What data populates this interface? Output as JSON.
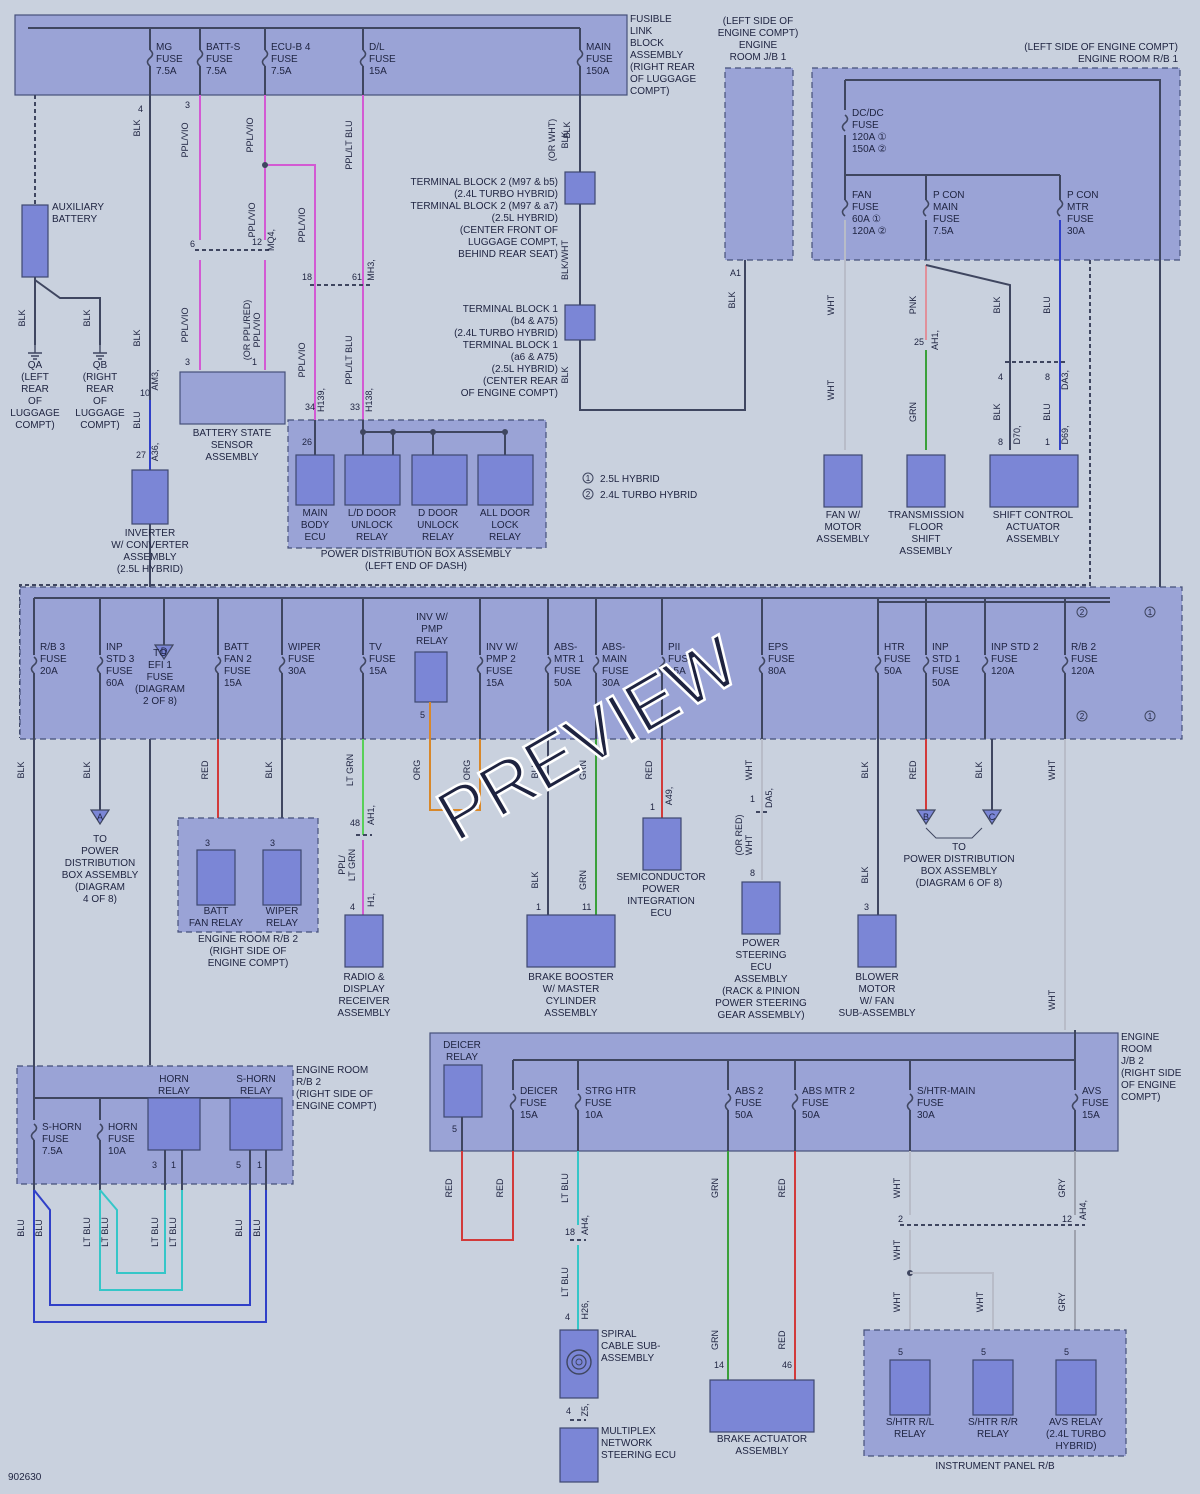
{
  "diagram_id": "902630",
  "watermark": "PREVIEW",
  "legend": [
    {
      "num": "1",
      "text": "2.5L HYBRID"
    },
    {
      "num": "2",
      "text": "2.4L TURBO HYBRID"
    }
  ],
  "blocks": {
    "fusible_link": [
      "FUSIBLE",
      "LINK",
      "BLOCK",
      "ASSEMBLY",
      "(RIGHT REAR",
      "OF LUGGAGE",
      "COMPT)"
    ],
    "jb1": [
      "(LEFT SIDE OF",
      "ENGINE COMPT)",
      "ENGINE",
      "ROOM J/B 1"
    ],
    "rb1": [
      "(LEFT SIDE OF ENGINE COMPT)",
      "ENGINE ROOM R/B 1"
    ],
    "jb2": [
      "ENGINE",
      "ROOM",
      "J/B 2",
      "(RIGHT SIDE",
      "OF ENGINE",
      "COMPT)"
    ],
    "rb2_horn": [
      "ENGINE ROOM",
      "R/B 2",
      "(RIGHT SIDE OF",
      "ENGINE COMPT)"
    ]
  },
  "fuses_top": [
    {
      "name": "MG",
      "lbl2": "FUSE",
      "amp": "7.5A"
    },
    {
      "name": "BATT-S",
      "lbl2": "FUSE",
      "amp": "7.5A"
    },
    {
      "name": "ECU-B 4",
      "lbl2": "FUSE",
      "amp": "7.5A"
    },
    {
      "name": "D/L",
      "lbl2": "FUSE",
      "amp": "15A"
    },
    {
      "name": "MAIN",
      "lbl2": "FUSE",
      "amp": "150A"
    }
  ],
  "fuses_rb1": [
    {
      "l1": "DC/DC",
      "l2": "FUSE",
      "l3": "120A ①",
      "l4": "150A ②"
    },
    {
      "l1": "FAN",
      "l2": "FUSE",
      "l3": "60A ①",
      "l4": "120A ②"
    },
    {
      "l1": "P CON",
      "l2": "MAIN",
      "l3": "FUSE",
      "l4": "7.5A"
    },
    {
      "l1": "P CON",
      "l2": "MTR",
      "l3": "FUSE",
      "l4": "30A"
    }
  ],
  "fuses_mid": [
    {
      "l1": "R/B 3",
      "l2": "FUSE",
      "l3": "20A"
    },
    {
      "l1": "INP",
      "l2": "STD 3",
      "l3": "FUSE",
      "l4": "60A"
    },
    {
      "l1": "BATT",
      "l2": "FAN 2",
      "l3": "FUSE",
      "l4": "15A"
    },
    {
      "l1": "WIPER",
      "l2": "FUSE",
      "l3": "30A"
    },
    {
      "l1": "TV",
      "l2": "FUSE",
      "l3": "15A"
    },
    {
      "l1": "INV W/",
      "l2": "PMP",
      "l3": "RELAY"
    },
    {
      "l1": "INV W/",
      "l2": "PMP 2",
      "l3": "FUSE",
      "l4": "15A"
    },
    {
      "l1": "ABS-",
      "l2": "MTR 1",
      "l3": "FUSE",
      "l4": "50A"
    },
    {
      "l1": "ABS-",
      "l2": "MAIN",
      "l3": "FUSE",
      "l4": "30A"
    },
    {
      "l1": "PII",
      "l2": "FUSE",
      "l3": "15A"
    },
    {
      "l1": "EPS",
      "l2": "FUSE",
      "l3": "80A"
    },
    {
      "l1": "HTR",
      "l2": "FUSE",
      "l3": "50A"
    },
    {
      "l1": "INP",
      "l2": "STD 1",
      "l3": "FUSE",
      "l4": "50A"
    },
    {
      "l1": "INP STD 2",
      "l2": "FUSE",
      "l3": "120A"
    },
    {
      "l1": "R/B 2",
      "l2": "FUSE",
      "l3": "120A"
    }
  ],
  "fuses_jb2": [
    {
      "l1": "DEICER",
      "l2": "FUSE",
      "l3": "15A"
    },
    {
      "l1": "STRG HTR",
      "l2": "FUSE",
      "l3": "10A"
    },
    {
      "l1": "ABS 2",
      "l2": "FUSE",
      "l3": "50A"
    },
    {
      "l1": "ABS MTR 2",
      "l2": "FUSE",
      "l3": "50A"
    },
    {
      "l1": "S/HTR-MAIN",
      "l2": "FUSE",
      "l3": "30A"
    },
    {
      "l1": "AVS",
      "l2": "FUSE",
      "l3": "15A"
    }
  ],
  "components": {
    "aux_battery": [
      "AUXILIARY",
      "BATTERY"
    ],
    "qa": [
      "QA",
      "(LEFT",
      "REAR",
      "OF",
      "LUGGAGE",
      "COMPT)"
    ],
    "qb": [
      "QB",
      "(RIGHT",
      "REAR",
      "OF",
      "LUGGAGE",
      "COMPT)"
    ],
    "inverter": [
      "INVERTER",
      "W/ CONVERTER",
      "ASSEMBLY",
      "(2.5L HYBRID)"
    ],
    "battery_sensor": [
      "BATTERY STATE",
      "SENSOR",
      "ASSEMBLY"
    ],
    "pdb": [
      "POWER DISTRIBUTION BOX ASSEMBLY",
      "(LEFT END OF DASH)"
    ],
    "main_body": [
      "MAIN",
      "BODY",
      "ECU"
    ],
    "ld_door": [
      "L/D DOOR",
      "UNLOCK",
      "RELAY"
    ],
    "d_door": [
      "D DOOR",
      "UNLOCK",
      "RELAY"
    ],
    "all_door": [
      "ALL DOOR",
      "LOCK",
      "RELAY"
    ],
    "tb2": [
      "TERMINAL BLOCK 2 (M97 & b5)",
      "(2.4L TURBO HYBRID)",
      "TERMINAL BLOCK 2 (M97 & a7)",
      "(2.5L HYBRID)",
      "(CENTER FRONT OF",
      "LUGGAGE COMPT,",
      "BEHIND REAR SEAT)"
    ],
    "tb1": [
      "TERMINAL BLOCK 1",
      "(b4 & A75)",
      "(2.4L TURBO HYBRID)",
      "TERMINAL BLOCK 1",
      "(a6 & A75)",
      "(2.5L HYBRID)",
      "(CENTER REAR",
      "OF ENGINE COMPT)"
    ],
    "fan_motor": [
      "FAN W/",
      "MOTOR",
      "ASSEMBLY"
    ],
    "trans_shift": [
      "TRANSMISSION",
      "FLOOR",
      "SHIFT",
      "ASSEMBLY"
    ],
    "shift_ctrl": [
      "SHIFT CONTROL",
      "ACTUATOR",
      "ASSEMBLY"
    ],
    "to_efi": [
      "TO",
      "EFI 1",
      "FUSE",
      "(DIAGRAM",
      "2 OF 8)"
    ],
    "to_pdb4": [
      "TO",
      "POWER",
      "DISTRIBUTION",
      "BOX ASSEMBLY",
      "(DIAGRAM",
      "4 OF 8)"
    ],
    "to_pdb6": [
      "TO",
      "POWER DISTRIBUTION",
      "BOX ASSEMBLY",
      "(DIAGRAM 6 OF 8)"
    ],
    "batt_fan_relay": [
      "BATT",
      "FAN RELAY"
    ],
    "wiper_relay": [
      "WIPER",
      "RELAY"
    ],
    "rb2_mid": [
      "ENGINE ROOM R/B 2",
      "(RIGHT SIDE OF",
      "ENGINE COMPT)"
    ],
    "radio": [
      "RADIO &",
      "DISPLAY",
      "RECEIVER",
      "ASSEMBLY"
    ],
    "brake_booster": [
      "BRAKE BOOSTER",
      "W/ MASTER",
      "CYLINDER",
      "ASSEMBLY"
    ],
    "semi_ecu": [
      "SEMICONDUCTOR",
      "POWER",
      "INTEGRATION",
      "ECU"
    ],
    "ps_ecu": [
      "POWER",
      "STEERING",
      "ECU",
      "ASSEMBLY",
      "(RACK & PINION",
      "POWER STEERING",
      "GEAR ASSEMBLY)"
    ],
    "blower": [
      "BLOWER",
      "MOTOR",
      "W/ FAN",
      "SUB-ASSEMBLY"
    ],
    "horn_relay": [
      "HORN",
      "RELAY"
    ],
    "shorn_relay": [
      "S-HORN",
      "RELAY"
    ],
    "shorn_fuse": [
      "S-HORN",
      "FUSE",
      "7.5A"
    ],
    "horn_fuse": [
      "HORN",
      "FUSE",
      "10A"
    ],
    "deicer_relay": [
      "DEICER",
      "RELAY"
    ],
    "spiral": [
      "SPIRAL",
      "CABLE SUB-",
      "ASSEMBLY"
    ],
    "multiplex": [
      "MULTIPLEX",
      "NETWORK",
      "STEERING ECU"
    ],
    "brake_act": [
      "BRAKE ACTUATOR",
      "ASSEMBLY"
    ],
    "shtr_rl": [
      "S/HTR R/L",
      "RELAY"
    ],
    "shtr_rr": [
      "S/HTR R/R",
      "RELAY"
    ],
    "avs_relay": [
      "AVS RELAY",
      "(2.4L TURBO",
      "HYBRID)"
    ],
    "ip_rb": [
      "INSTRUMENT PANEL R/B"
    ]
  },
  "colors": {
    "blk": "#3f4660",
    "ppl_vio": "#d35ad3",
    "blu": "#3040c8",
    "lt_blu": "#35c6c8",
    "red": "#d23a3a",
    "grn": "#3aa03a",
    "wht": "#b8bcc8",
    "pnk": "#e0909a",
    "org": "#d8882a",
    "lt_grn": "#58d058",
    "gry": "#9ea2ae"
  }
}
